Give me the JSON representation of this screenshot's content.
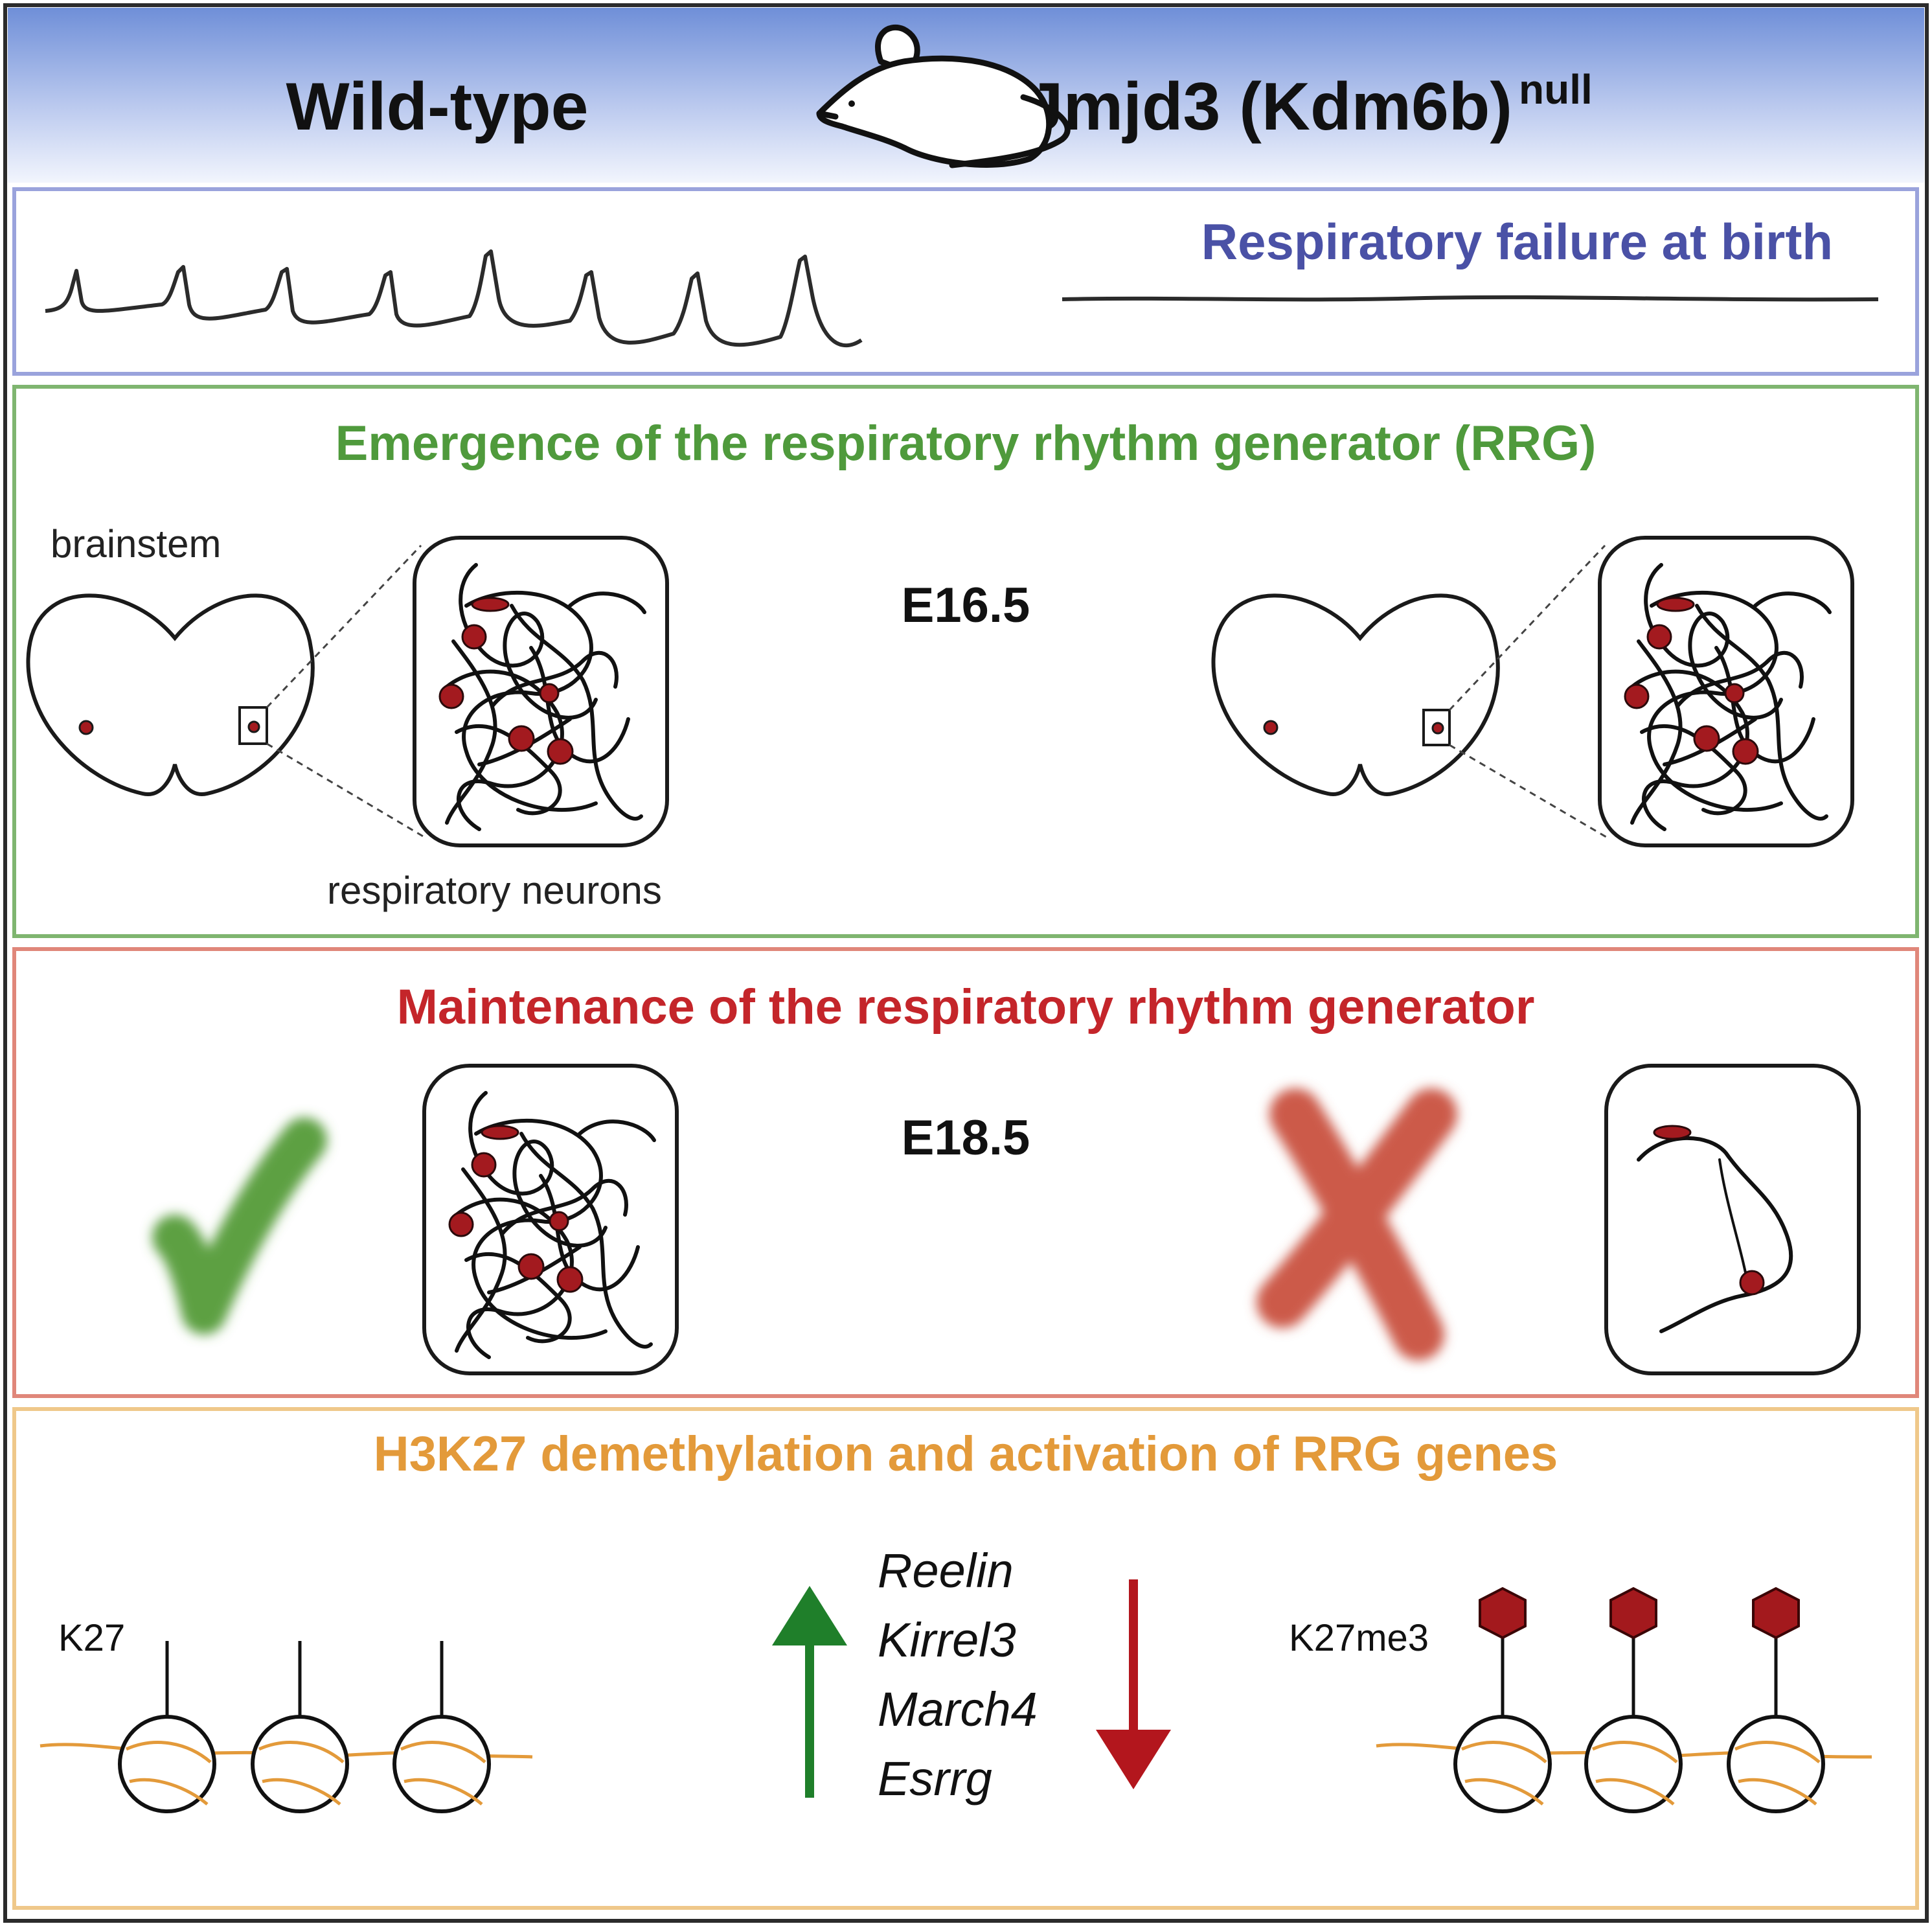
{
  "header": {
    "left_title": "Wild-type",
    "right_title": "Jmjd3 (Kdm6b)",
    "right_title_sup": "null",
    "icon": "mouse-icon"
  },
  "panel_trace": {
    "label": "Respiratory failure at birth",
    "color": "#4a51a6",
    "border": "#9aa3dc"
  },
  "panel_emergence": {
    "title": "Emergence of the respiratory rhythm generator (RRG)",
    "color": "#4f9a3c",
    "border": "#7fb570",
    "stage": "E16.5",
    "brainstem_label": "brainstem",
    "neurons_label": "respiratory neurons"
  },
  "panel_maintenance": {
    "title": "Maintenance of the respiratory rhythm generator",
    "color": "#c4252a",
    "border": "#e0877a",
    "stage": "E18.5",
    "check_icon": "check-mark-icon",
    "cross_icon": "cross-mark-icon",
    "check_color": "#5da043",
    "cross_color": "#cc5a4a"
  },
  "panel_h3k27": {
    "title": "H3K27 demethylation and activation of RRG genes",
    "color": "#e39a3a",
    "border": "#efc88a",
    "left_mark": "K27",
    "right_mark": "K27me3",
    "genes": [
      "Reelin",
      "Kirrel3",
      "March4",
      "Esrrg"
    ],
    "up_arrow_color": "#1f7f2a",
    "down_arrow_color": "#b3161d",
    "methyl_color": "#a3191d"
  },
  "neuron_color": "#a31a1f"
}
